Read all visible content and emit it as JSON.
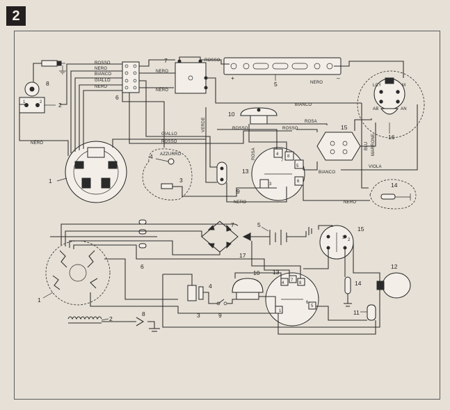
{
  "figure_number": "2",
  "top_diagram": {
    "component_numbers": {
      "n1": "1",
      "n2": "2",
      "n3": "3",
      "n4": "4",
      "n5": "5",
      "n6": "6",
      "n7": "7",
      "n8": "8",
      "n9": "9",
      "n10": "10",
      "n13": "13",
      "n14": "14",
      "n15": "15",
      "n16": "16"
    },
    "wire_labels": {
      "rosso_a": "ROSSO",
      "nero_a": "NERO",
      "bianco_a": "BIANCO",
      "giallo_a": "GIALLO",
      "nero_b": "NERO",
      "nero_c": "NERO",
      "nero_d": "NERO",
      "rosso_b": "ROSSO",
      "nero_e": "NERO",
      "bianco_b": "BIANCO",
      "nero_f": "NERO",
      "verde": "VERDE",
      "giallo_b": "GIALLO",
      "rosso_c": "ROSSO",
      "azzurro": "AZZURRO",
      "rosso_d": "ROSSO",
      "rosso_e": "ROSSO",
      "rosa_a": "ROSA",
      "rosa_b": "ROSA",
      "blu": "BLU",
      "marrone": "MARRONE",
      "bianco_c": "BIANCO",
      "viola": "VIOLA",
      "nero_g": "NERO",
      "nero_h": "NERO"
    },
    "terminal_marks": {
      "plus": "+",
      "minus": "–",
      "t1": "1",
      "t2": "2",
      "t3": "3",
      "t4": "4",
      "t5": "5",
      "t6": "6",
      "t7": "7",
      "t8": "8",
      "lcy": "LCY",
      "m": "M",
      "ab": "AB",
      "an": "AN"
    }
  },
  "bottom_diagram": {
    "component_numbers": {
      "n1": "1",
      "n2": "2",
      "n3": "3",
      "n4": "4",
      "n5": "5",
      "n6": "6",
      "n7": "7",
      "n8": "8",
      "n9": "9",
      "n10": "10",
      "n11": "11",
      "n12": "12",
      "n13": "13",
      "n14": "14",
      "n15": "15",
      "n17": "17"
    },
    "terminal_marks": {
      "t1": "1",
      "t2": "2",
      "t3": "3",
      "t4": "4",
      "t5": "5",
      "t6": "6",
      "t7": "7",
      "t8": "8"
    }
  }
}
